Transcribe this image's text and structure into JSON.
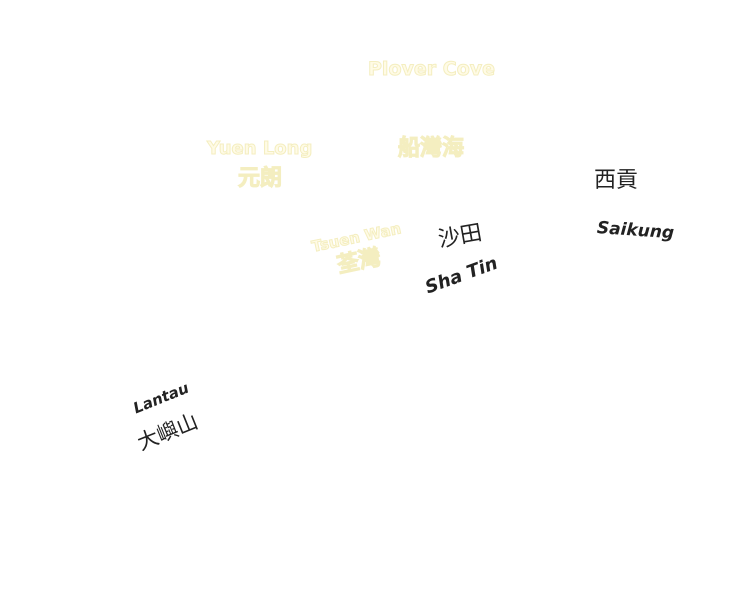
{
  "labels": {
    "plover_cove": "Plover Cove",
    "yuen_long_en": "Yuen Long",
    "yuen_long_zh": "元朗",
    "sai_kung_hoi": "船灣海",
    "tsuen_wan_en": "Tsuen Wan",
    "tsuen_wan_zh": "荃灣",
    "sha_tin_zh": "沙田",
    "sha_tin_en": "Sha Tin",
    "sai_kung_zh": "西貢",
    "sai_kung_en": "Saikung",
    "lantau_en": "Lantau",
    "lantau_zh": "大嶼山"
  },
  "colors": {
    "dark_label": "#222222",
    "faint_label": "#fffbe6"
  }
}
